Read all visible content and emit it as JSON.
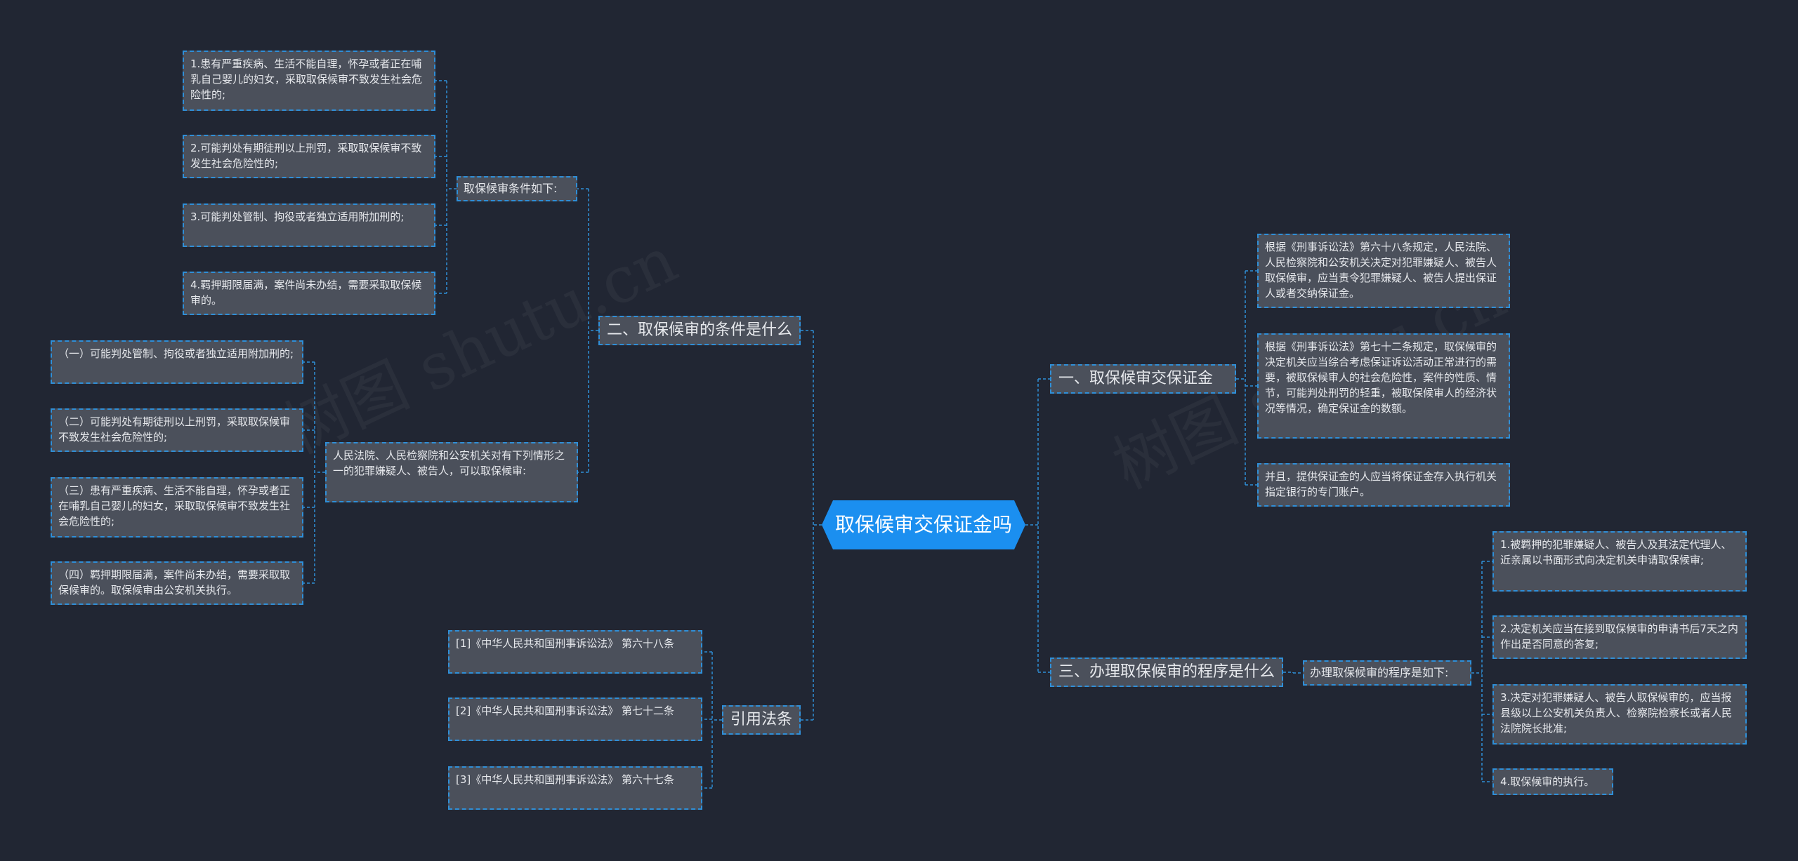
{
  "root": {
    "label": "取保候审交保证金吗"
  },
  "branch1": {
    "label": "一、取保候审交保证金吗",
    "items": [
      "根据《刑事诉讼法》第六十八条规定，人民法院、人民检察院和公安机关决定对犯罪嫌疑人、被告人取保候审，应当责令犯罪嫌疑人、被告人提出保证人或者交纳保证金。",
      "根据《刑事诉讼法》第七十二条规定，取保候审的决定机关应当综合考虑保证诉讼活动正常进行的需要，被取保候审人的社会危险性，案件的性质、情节，可能判处刑罚的轻重，被取保候审人的经济状况等情况，确定保证金的数额。",
      "并且，提供保证金的人应当将保证金存入执行机关指定银行的专门账户。"
    ]
  },
  "branch2": {
    "label": "二、取保候审的条件是什么",
    "sub1": {
      "label": "取保候审条件如下:",
      "items": [
        "1.患有严重疾病、生活不能自理，怀孕或者正在哺乳自己婴儿的妇女，采取取保候审不致发生社会危险性的;",
        "2.可能判处有期徒刑以上刑罚，采取取保候审不致发生社会危险性的;",
        "3.可能判处管制、拘役或者独立适用附加刑的;",
        "4.羁押期限届满，案件尚未办结，需要采取取保候审的。"
      ]
    },
    "sub2": {
      "label": "人民法院、人民检察院和公安机关对有下列情形之一的犯罪嫌疑人、被告人，可以取保候审:",
      "items": [
        "（一）可能判处管制、拘役或者独立适用附加刑的;",
        "（二）可能判处有期徒刑以上刑罚，采取取保候审不致发生社会危险性的;",
        "（三）患有严重疾病、生活不能自理，怀孕或者正在哺乳自己婴儿的妇女，采取取保候审不致发生社会危险性的;",
        "（四）羁押期限届满，案件尚未办结，需要采取取保候审的。取保候审由公安机关执行。"
      ]
    }
  },
  "branch3": {
    "label": "三、办理取保候审的程序是什么",
    "sub": {
      "label": "办理取保候审的程序是如下:",
      "items": [
        "1.被羁押的犯罪嫌疑人、被告人及其法定代理人、近亲属以书面形式向决定机关申请取保候审;",
        "2.决定机关应当在接到取保候审的申请书后7天之内作出是否同意的答复;",
        "3.决定对犯罪嫌疑人、被告人取保候审的，应当报县级以上公安机关负责人、检察院检察长或者人民法院院长批准;",
        "4.取保候审的执行。"
      ]
    }
  },
  "branch4": {
    "label": "引用法条",
    "items": [
      "[1]《中华人民共和国刑事诉讼法》 第六十八条",
      "[2]《中华人民共和国刑事诉讼法》 第七十二条",
      "[3]《中华人民共和国刑事诉讼法》 第六十七条"
    ]
  },
  "colors": {
    "line": "#2f8fd8",
    "root": "#1b8ff0",
    "node_bg": "#4b505b",
    "background": "#212633"
  }
}
